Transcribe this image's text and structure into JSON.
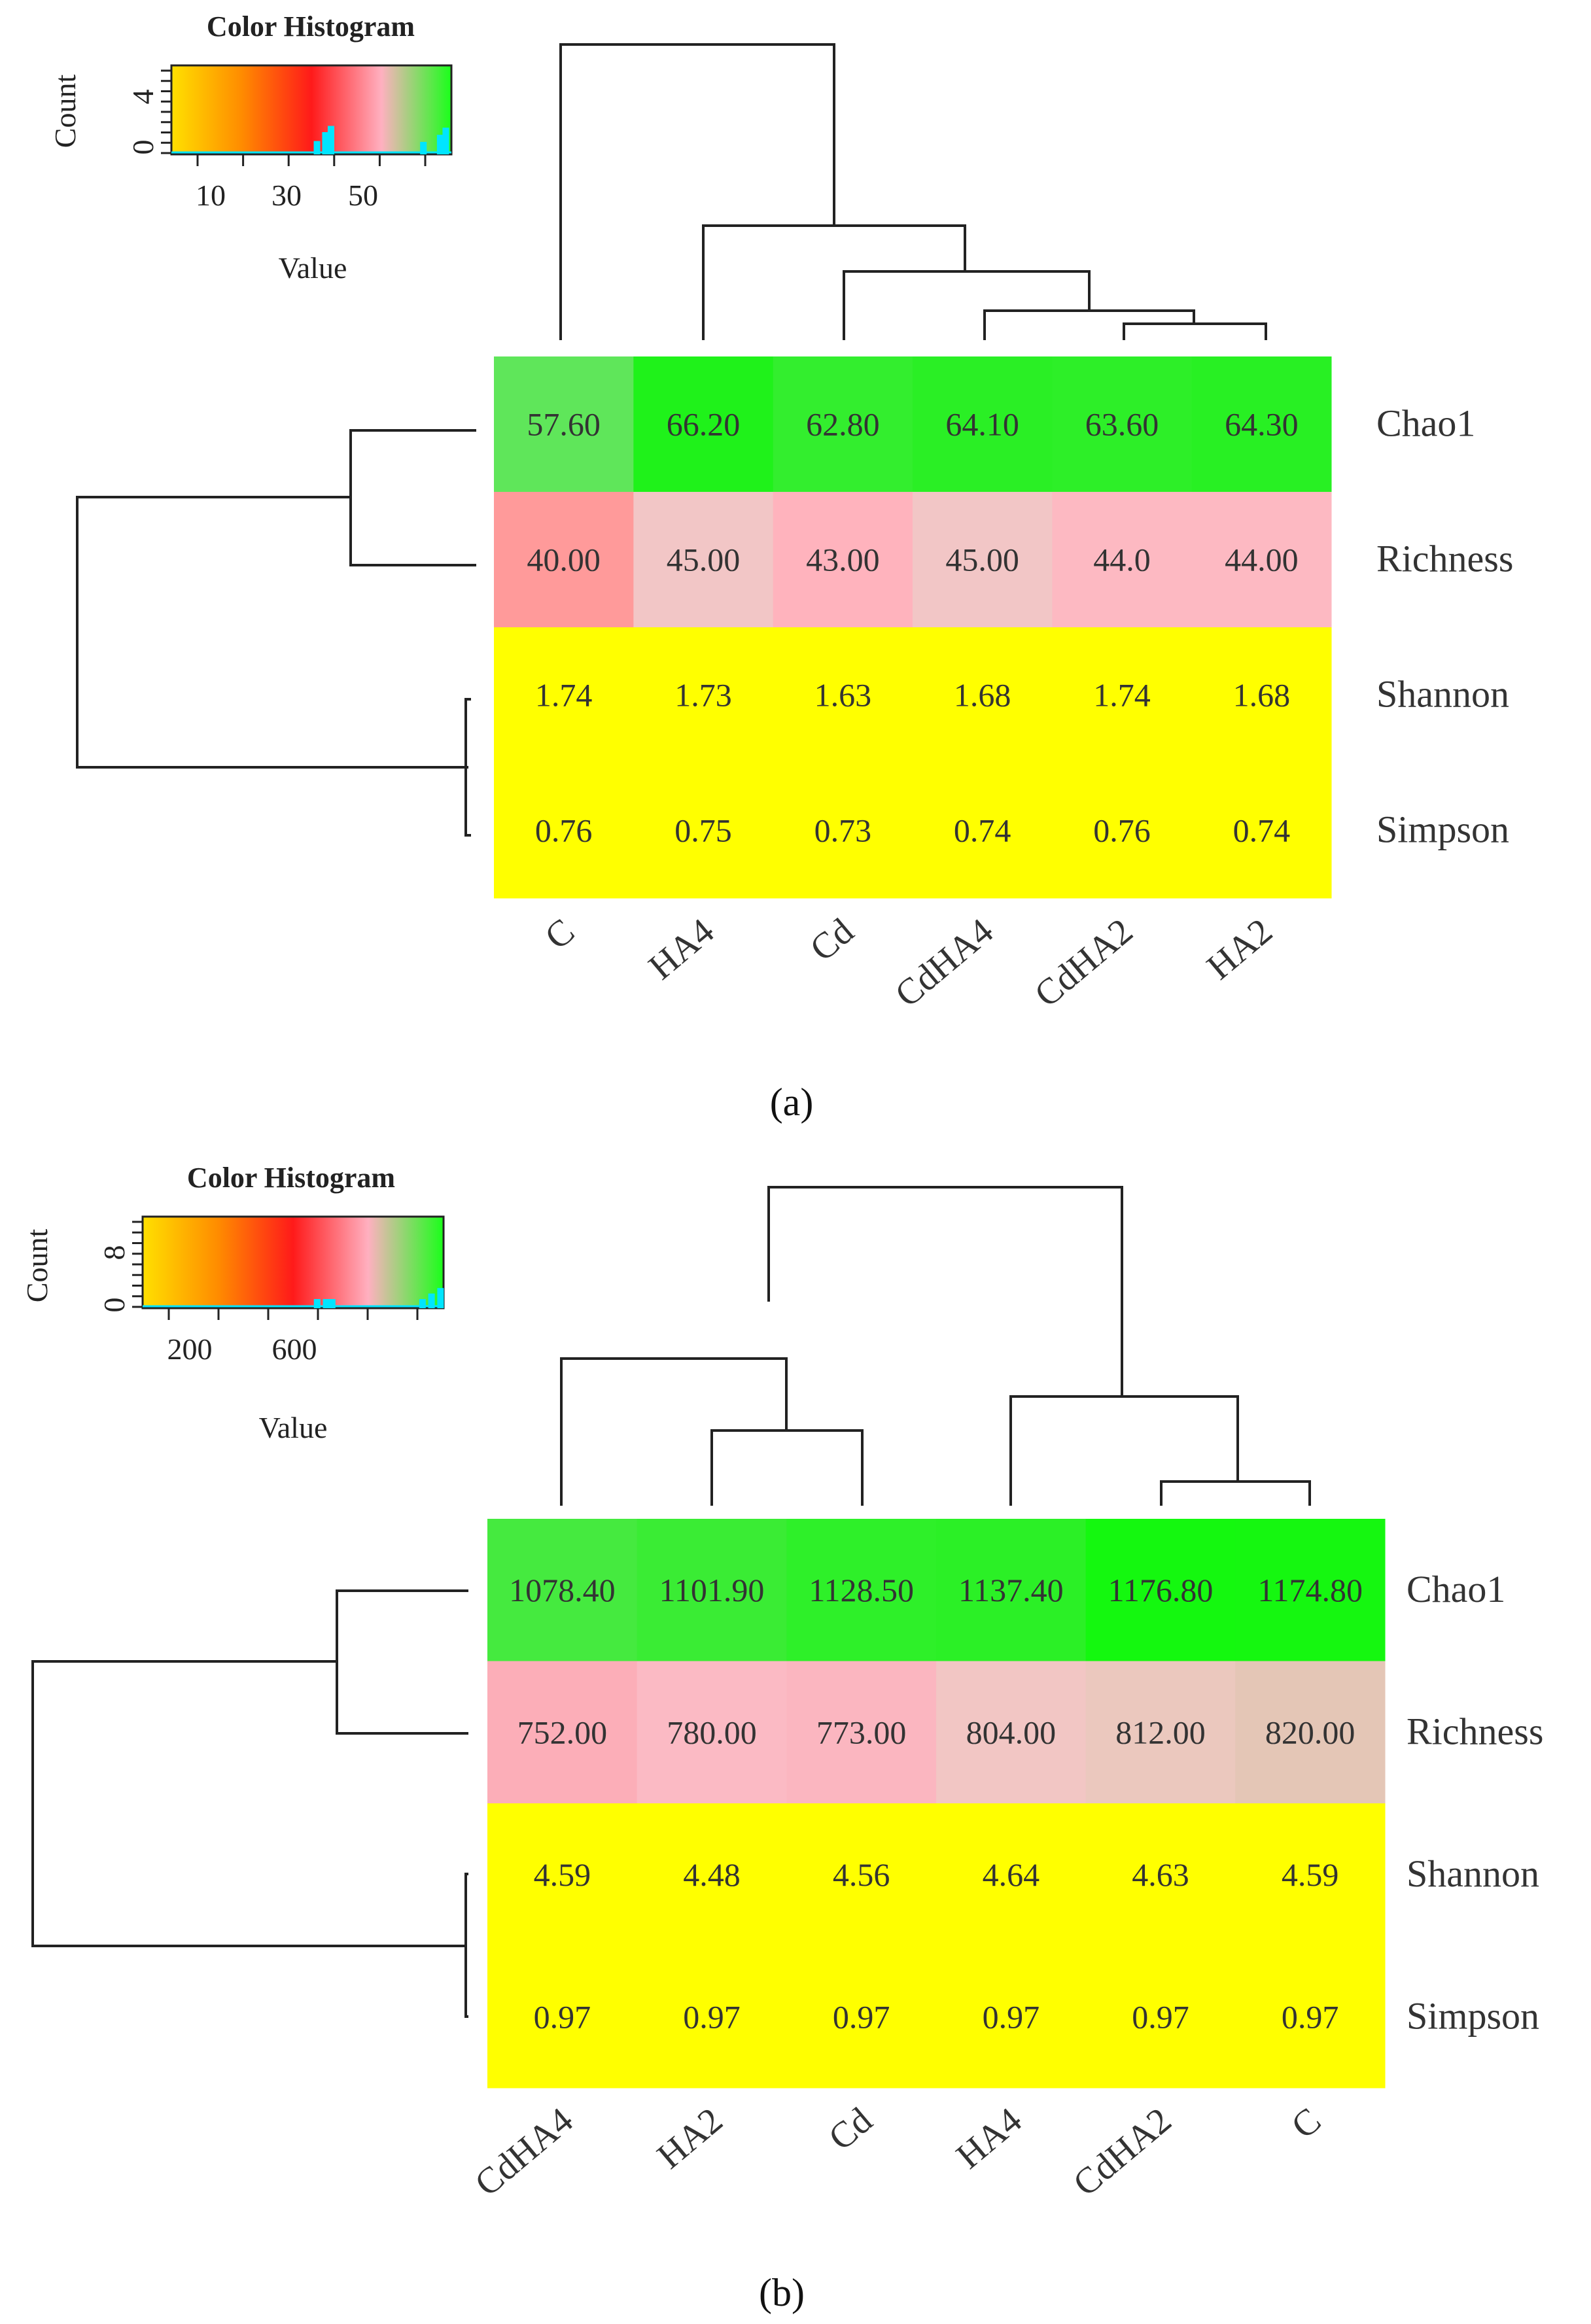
{
  "chart_data": [
    {
      "type": "heatmap",
      "caption": "(a)",
      "rows": [
        "Chao1",
        "Richness",
        "Shannon",
        "Simpson"
      ],
      "columns": [
        "C",
        "HA4",
        "Cd",
        "CdHA4",
        "CdHA2",
        "HA2"
      ],
      "values": [
        [
          "57.60",
          "66.20",
          "62.80",
          "64.10",
          "63.60",
          "64.30"
        ],
        [
          "40.00",
          "45.00",
          "43.00",
          "45.00",
          "44.0",
          "44.00"
        ],
        [
          "1.74",
          "1.73",
          "1.63",
          "1.68",
          "1.74",
          "1.68"
        ],
        [
          "0.76",
          "0.75",
          "0.73",
          "0.74",
          "0.76",
          "0.74"
        ]
      ],
      "cell_colors": [
        [
          "#5fe65a",
          "#1ff21a",
          "#33ee2e",
          "#2aef25",
          "#2def28",
          "#28f023"
        ],
        [
          "#ff9a9a",
          "#f2c6c6",
          "#ffb3bd",
          "#f2c6c6",
          "#fdb9c2",
          "#fdb9c2"
        ],
        [
          "#ffff00",
          "#ffff00",
          "#ffff00",
          "#ffff00",
          "#ffff00",
          "#ffff00"
        ],
        [
          "#ffff00",
          "#ffff00",
          "#ffff00",
          "#ffff00",
          "#ffff00",
          "#ffff00"
        ]
      ],
      "color_key": {
        "title": "Color  Histogram",
        "xlabel": "Value",
        "ylabel": "Count",
        "x_ticks": [
          "10",
          "30",
          "50"
        ],
        "y_ticks": [
          "0",
          "4"
        ],
        "gradient": [
          "#ffe000",
          "#ff8c00",
          "#ff1a1a",
          "#ffb0c0",
          "#1aff1a"
        ],
        "histogram_color": "#00e5ff"
      }
    },
    {
      "type": "heatmap",
      "caption": "(b)",
      "rows": [
        "Chao1",
        "Richness",
        "Shannon",
        "Simpson"
      ],
      "columns": [
        "CdHA4",
        "HA2",
        "Cd",
        "HA4",
        "CdHA2",
        "C"
      ],
      "values": [
        [
          "1078.40",
          "1101.90",
          "1128.50",
          "1137.40",
          "1176.80",
          "1174.80"
        ],
        [
          "752.00",
          "780.00",
          "773.00",
          "804.00",
          "812.00",
          "820.00"
        ],
        [
          "4.59",
          "4.48",
          "4.56",
          "4.64",
          "4.63",
          "4.59"
        ],
        [
          "0.97",
          "0.97",
          "0.97",
          "0.97",
          "0.97",
          "0.97"
        ]
      ],
      "cell_colors": [
        [
          "#45ea3f",
          "#3aec34",
          "#2ef029",
          "#2bf026",
          "#14f80f",
          "#15f710"
        ],
        [
          "#fcaeb8",
          "#fbbac4",
          "#fbb6c0",
          "#f2c6c4",
          "#ebc8be",
          "#e4c6b6"
        ],
        [
          "#ffff00",
          "#ffff00",
          "#ffff00",
          "#ffff00",
          "#ffff00",
          "#ffff00"
        ],
        [
          "#ffff00",
          "#ffff00",
          "#ffff00",
          "#ffff00",
          "#ffff00",
          "#ffff00"
        ]
      ],
      "color_key": {
        "title": "Color  Histogram",
        "xlabel": "Value",
        "ylabel": "Count",
        "x_ticks": [
          "200",
          "600"
        ],
        "y_ticks": [
          "0",
          "8"
        ],
        "gradient": [
          "#ffe000",
          "#ff8c00",
          "#ff1a1a",
          "#ffb0c0",
          "#1aff1a"
        ],
        "histogram_color": "#00e5ff"
      }
    }
  ]
}
